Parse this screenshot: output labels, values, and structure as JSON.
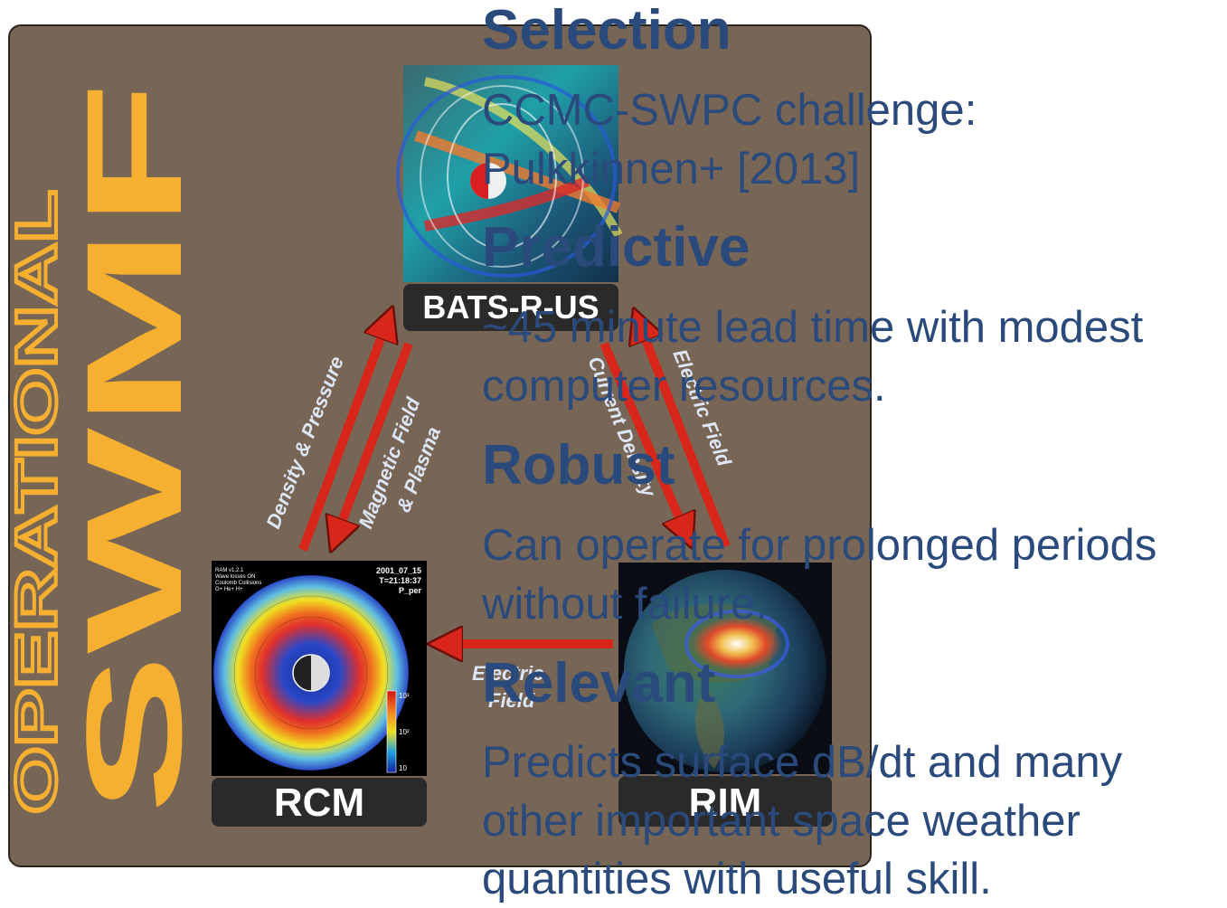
{
  "diagram": {
    "brand": {
      "top": "OPERATIONAL",
      "bottom": "SWMF"
    },
    "nodes": {
      "top": "BATS-R-US",
      "left": "RCM",
      "right": "RIM"
    },
    "arrow_labels": {
      "density": "Density & Pressure",
      "magnetic_1": "Magnetic Field",
      "magnetic_2": "& Plasma",
      "current": "Current Density",
      "electric_right": "Electric Field",
      "electric_bottom_1": "Electric",
      "electric_bottom_2": "Field"
    },
    "rcm_plot": {
      "header_left": [
        "RAM v1.2.1",
        "Wave losses ON",
        "Coulomb Collisions",
        "O+   He+   H+"
      ],
      "header_right": [
        "2001_07_15",
        "T=21:18:37",
        "P_per"
      ],
      "colorbar_ticks": [
        "10³",
        "10²",
        "10"
      ]
    },
    "colors": {
      "panel": "#776556",
      "arrow": "#d8261a",
      "brand": "#f5b031",
      "heading": "#2b4a7c"
    }
  },
  "text": [
    {
      "heading": "Selection",
      "body": [
        "CCMC-SWPC challenge:",
        "Pulkkinnen+ [2013]"
      ]
    },
    {
      "heading": "Predictive",
      "body": [
        "~45 minute lead time with modest",
        "computer resources."
      ]
    },
    {
      "heading": "Robust",
      "body": [
        "Can operate for prolonged periods",
        "without failure."
      ]
    },
    {
      "heading": "Relevant",
      "body": [
        "Predicts surface dB/dt and many",
        "other important space weather",
        "quantities with useful skill."
      ]
    }
  ]
}
